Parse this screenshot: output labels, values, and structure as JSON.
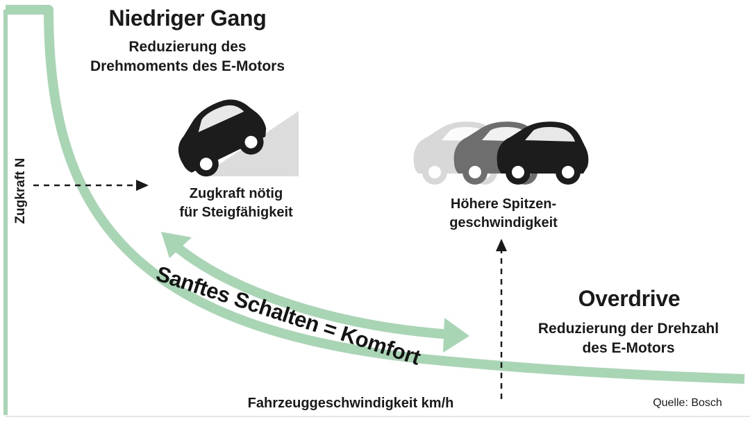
{
  "title": "Niedriger Gang",
  "low_gear_subtitle": [
    "Reduzierung des",
    "Drehmoments des E-Motors"
  ],
  "y_axis_label": "Zugkraft N",
  "x_axis_label": "Fahrzeuggeschwindigkeit km/h",
  "traction_note": [
    "Zugkraft nötig",
    "für Steigfähigkeit"
  ],
  "speed_note": [
    "Höhere Spitzen-",
    "geschwindigkeit"
  ],
  "overdrive_title": "Overdrive",
  "overdrive_subtitle": [
    "Reduzierung der Drehzahl",
    "des E-Motors"
  ],
  "comfort_label": "Sanftes Schalten = Komfort",
  "source": "Quelle: Bosch",
  "colors": {
    "curve": "#a8d5b4",
    "text": "#1a1a1a",
    "car": "#1c1c1c",
    "car_ghost_1": "#d8d8d8",
    "car_ghost_2": "#6e6e6e",
    "slope": "#dcdcdc"
  },
  "icons": [
    "car-on-slope-icon",
    "fast-car-motion-icon"
  ]
}
